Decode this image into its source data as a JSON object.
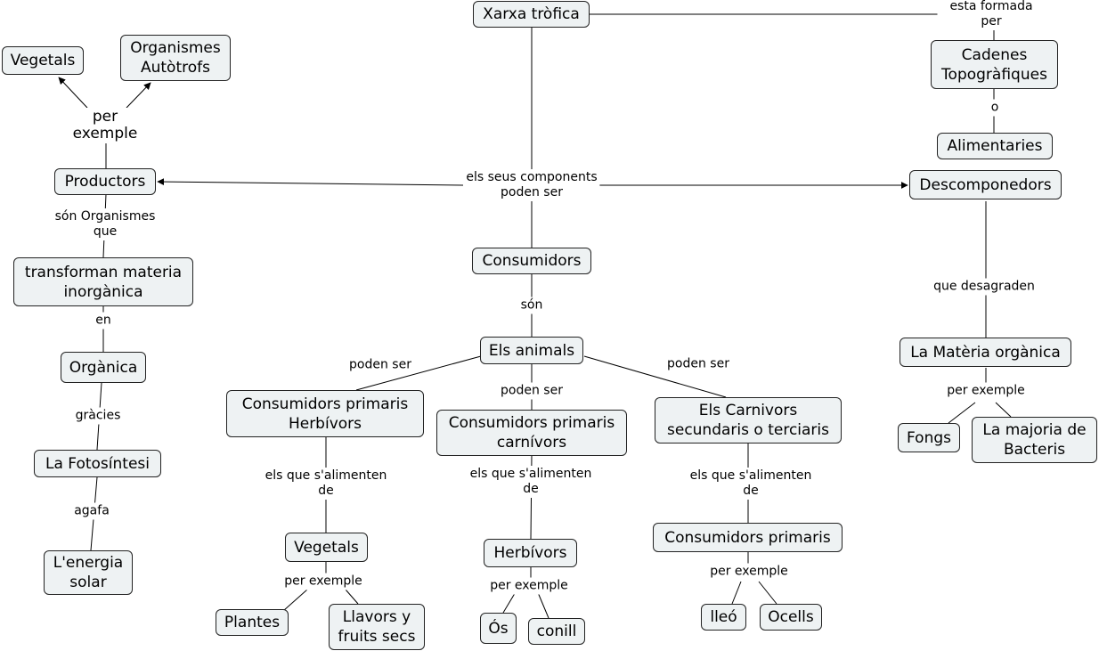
{
  "nodes": {
    "xarxa": "Xarxa tròfica",
    "cadenes": "Cadenes\nTopogràfiques",
    "alimentaries": "Alimentaries",
    "descomponedors": "Descomponedors",
    "materia_organica": "La Matèria orgànica",
    "fongs": "Fongs",
    "bacteris": "La majoria de\nBacteris",
    "vegetals_top": "Vegetals",
    "autotrofs": "Organismes\nAutòtrofs",
    "productors": "Productors",
    "transformen": "transforman materia\ninorgànica",
    "organica": "Orgànica",
    "fotosintesi": "La Fotosíntesi",
    "energia": "L'energia\nsolar",
    "consumidors": "Consumidors",
    "animals": "Els animals",
    "herbivors_primaris": "Consumidors primaris\nHerbívors",
    "carnivors_primaris": "Consumidors primaris\ncarnívors",
    "carnivors_sec": "Els Carnivors\nsecundaris o terciaris",
    "vegetals_bottom": "Vegetals",
    "herbivors": "Herbívors",
    "consumidors_primaris": "Consumidors primaris",
    "plantes": "Plantes",
    "llavors": "Llavors y\nfruits secs",
    "os": "Ós",
    "conill": "conill",
    "lleo": "lleó",
    "ocells": "Ocells"
  },
  "labels": {
    "esta_formada": "esta formada per",
    "o": "o",
    "components": "els seus components\npoden ser",
    "desagraden": "que desagraden",
    "per_exemple_bact": "per exemple",
    "per_exemple_prod": "per\nexemple",
    "son_organismes": "són Organismes\nque",
    "en": "en",
    "gracies": "gràcies",
    "agafa": "agafa",
    "son": "són",
    "poden_ser_left": "poden ser",
    "poden_ser_mid": "poden ser",
    "poden_ser_right": "poden ser",
    "alimenten_1": "els que s'alimenten\nde",
    "alimenten_2": "els que s'alimenten\nde",
    "alimenten_3": "els que s'alimenten\nde",
    "per_exemple_veg": "per exemple",
    "per_exemple_herb": "per exemple",
    "per_exemple_cons": "per exemple"
  }
}
